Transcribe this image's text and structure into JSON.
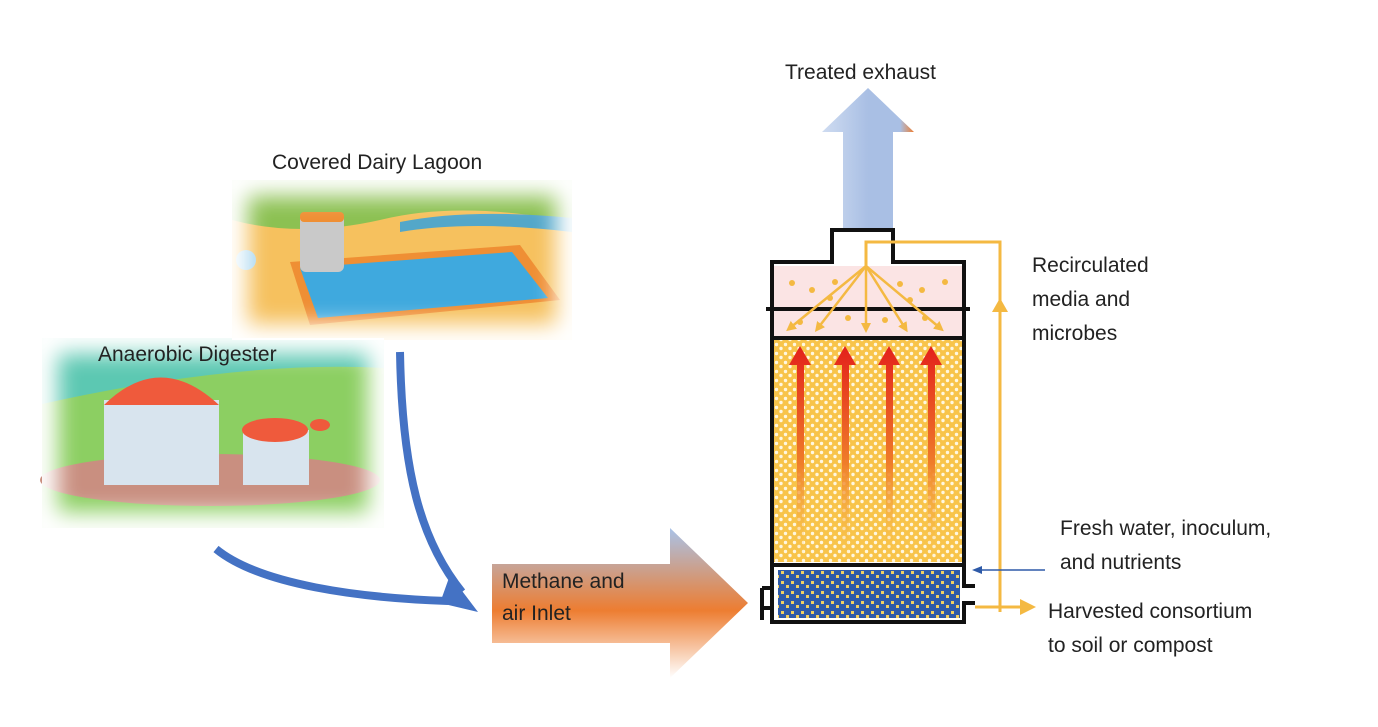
{
  "diagram": {
    "sources": {
      "lagoon": {
        "label": "Covered Dairy Lagoon",
        "icon": "dairy-lagoon-illustration"
      },
      "digester": {
        "label": "Anaerobic Digester",
        "icon": "anaerobic-digester-illustration"
      }
    },
    "inlet": {
      "label_line1": "Methane and",
      "label_line2": "air Inlet"
    },
    "exhaust": {
      "label": "Treated exhaust"
    },
    "recirculation": {
      "line1": "Recirculated",
      "line2": "media and",
      "line3": "microbes"
    },
    "feed": {
      "line1": "Fresh water, inoculum,",
      "line2": "and nutrients"
    },
    "harvest": {
      "line1": "Harvested consortium",
      "line2": "to soil or compost"
    },
    "colors": {
      "flow_arrow": "#4472c4",
      "recirc_line": "#f4b942",
      "inlet_top": "#a9c3e8",
      "inlet_bottom": "#ed7d31",
      "exhaust_arrow": "#a9bfe4",
      "packing": "#f8c44a",
      "gas_arrow": "#e3201b",
      "sump_blue": "#2e5aa8",
      "spray_zone": "#fbe4e4"
    }
  }
}
